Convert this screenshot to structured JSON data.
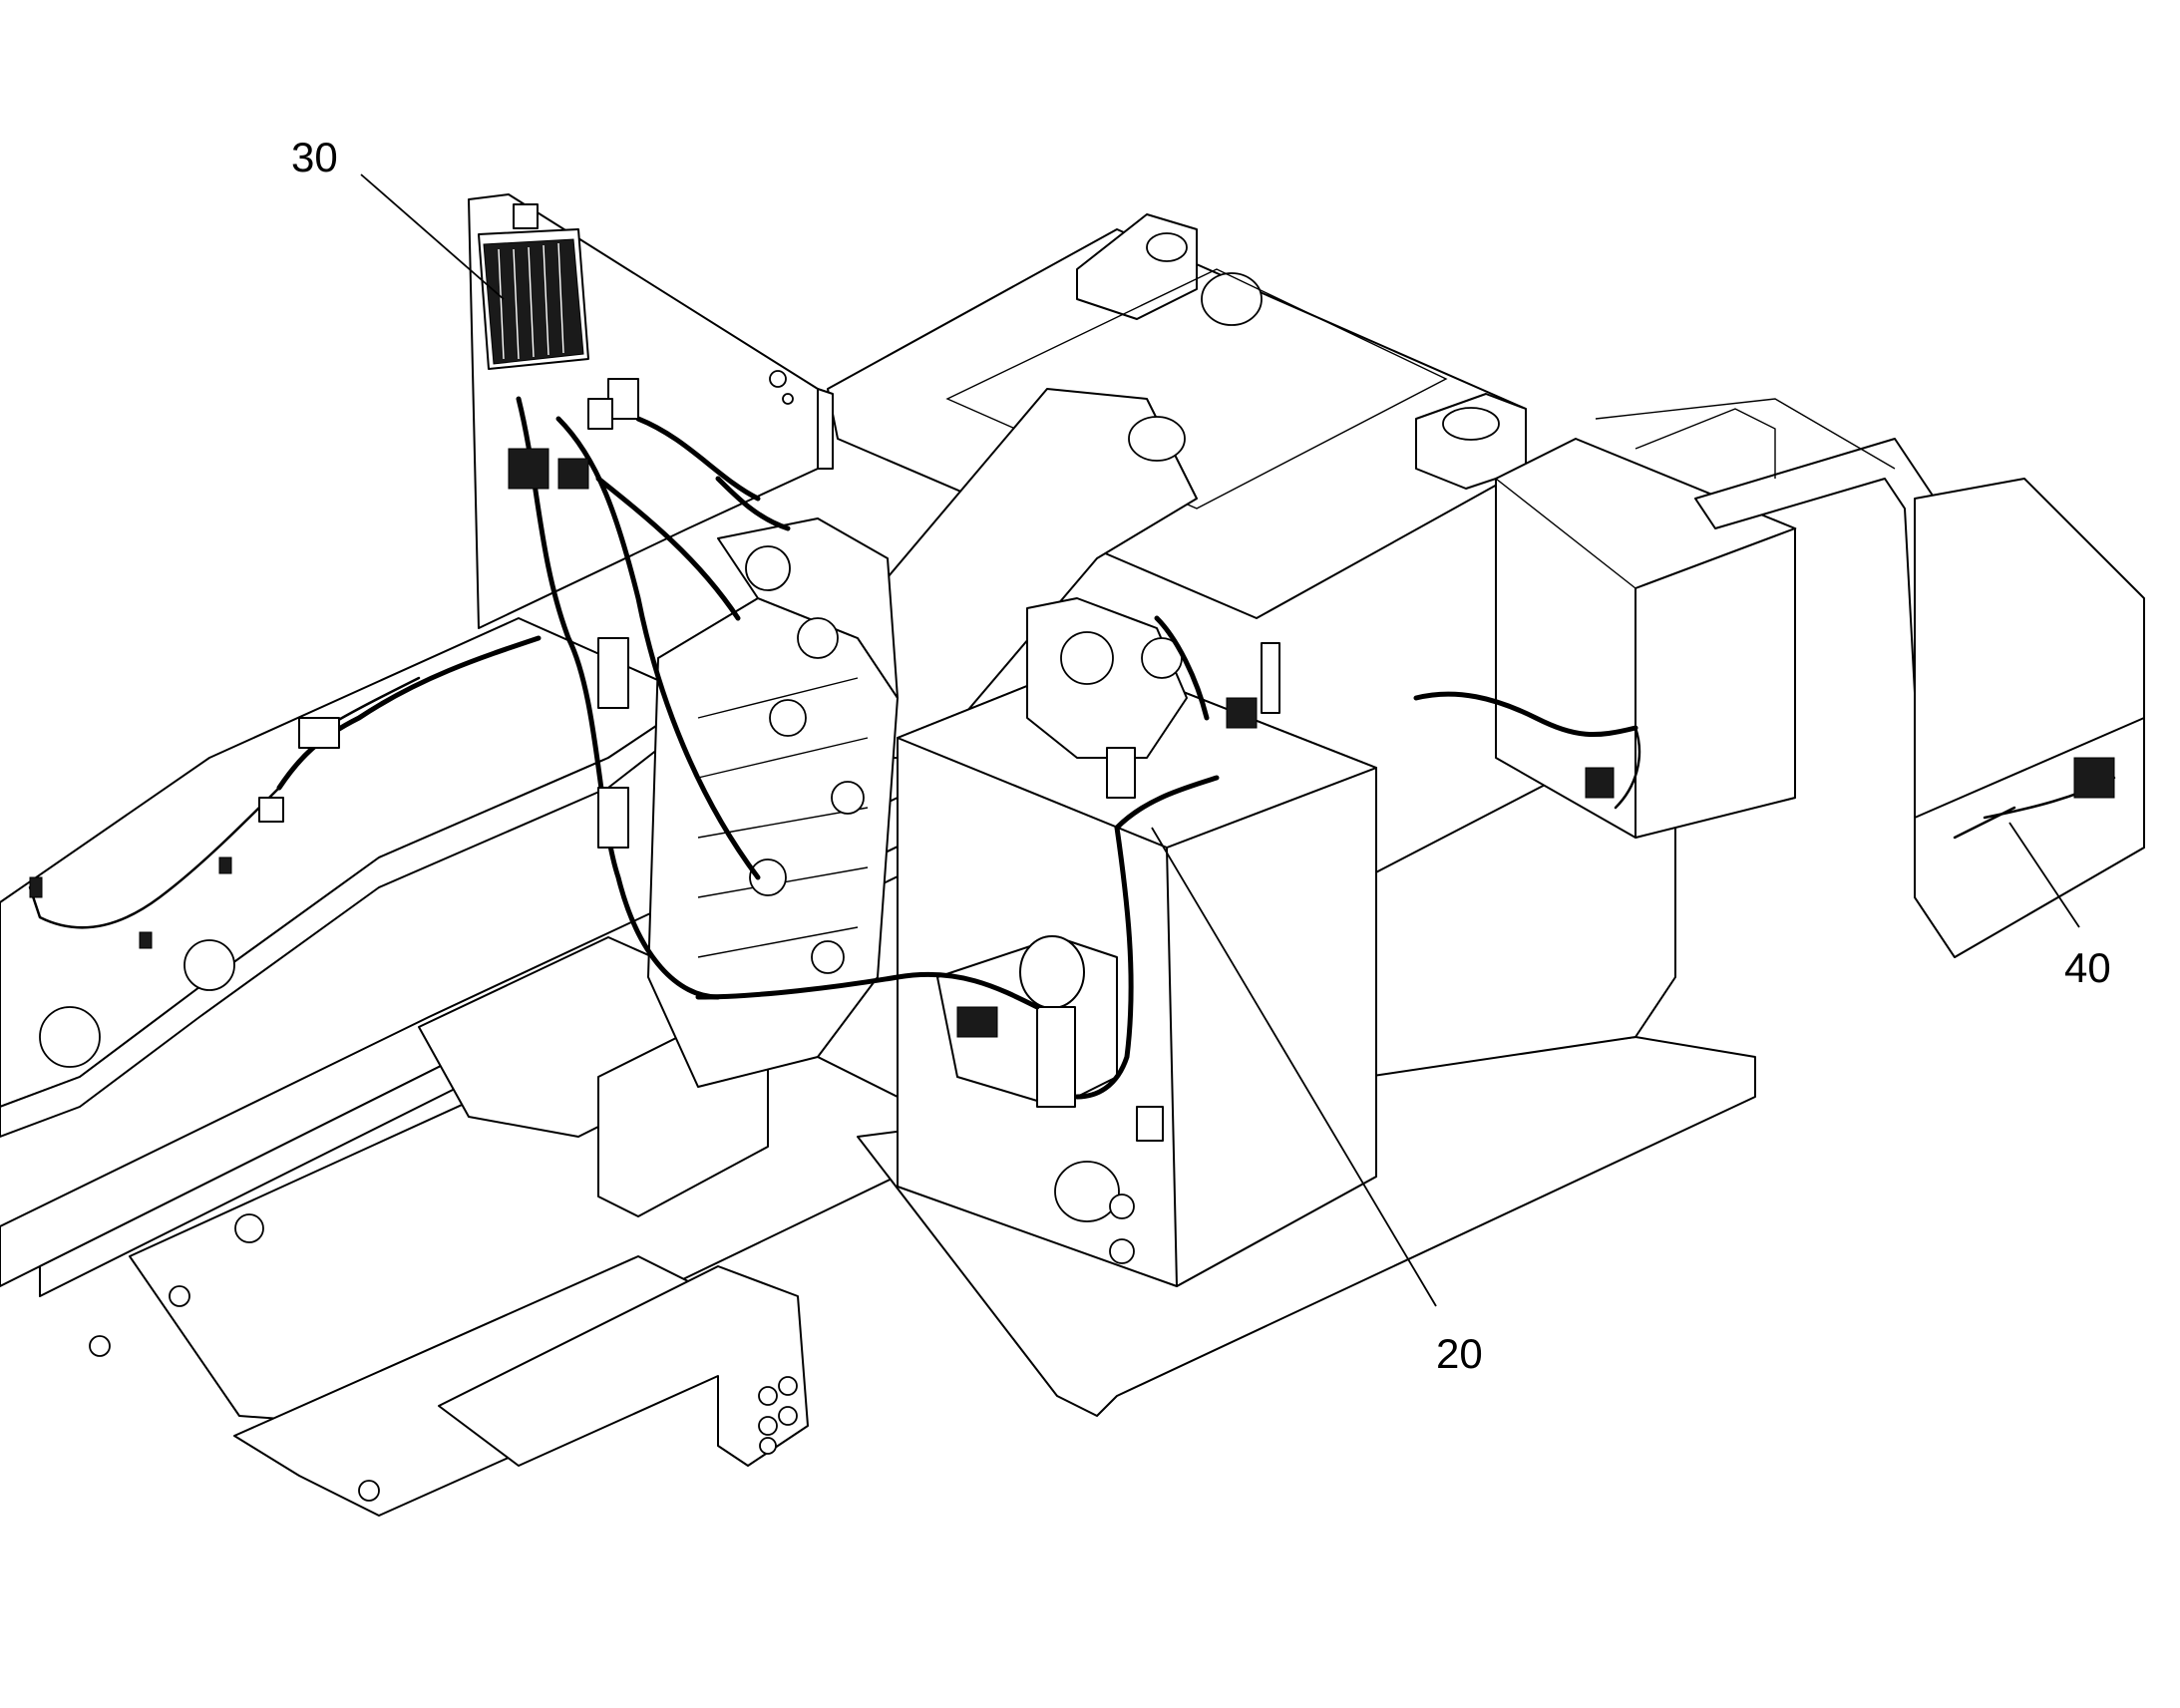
{
  "diagram": {
    "type": "exploded-parts-illustration",
    "callouts": [
      {
        "id": "callout-30",
        "label": "30"
      },
      {
        "id": "callout-20",
        "label": "20"
      },
      {
        "id": "callout-40",
        "label": "40"
      }
    ]
  }
}
